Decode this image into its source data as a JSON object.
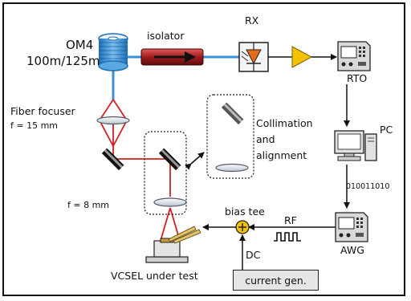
{
  "labels": {
    "fiber": "OM4",
    "fiber_length": "100m/125m",
    "isolator": "isolator",
    "receiver": "RX",
    "oscilloscope": "RTO",
    "computer": "PC",
    "bitstream": "010011010",
    "awg": "AWG",
    "rf": "RF",
    "bias_tee": "bias tee",
    "dc": "DC",
    "current_source": "current gen.",
    "device": "VCSEL under test",
    "fiber_focuser": "Fiber focuser",
    "focal_1": "f = 15 mm",
    "focal_2": "f = 8 mm",
    "collimation_1": "Collimation",
    "collimation_2": "and",
    "collimation_3": "alignment"
  },
  "colors": {
    "fiber": "#3a8fd9",
    "laser_beam": "#d42020",
    "isolator_body": "#c42b2b",
    "amplifier": "#f2c200",
    "receiver_triangle": "#e56a1a",
    "probe": "#e6c56a",
    "lens": "#dfe6ee"
  },
  "icons": [
    "fiber-spool-icon",
    "isolator-icon",
    "photodiode-icon",
    "amplifier-icon",
    "oscilloscope-icon",
    "computer-icon",
    "awg-icon",
    "square-wave-icon",
    "bias-tee-icon",
    "vcsel-icon",
    "lens-icon",
    "mirror-icon"
  ]
}
